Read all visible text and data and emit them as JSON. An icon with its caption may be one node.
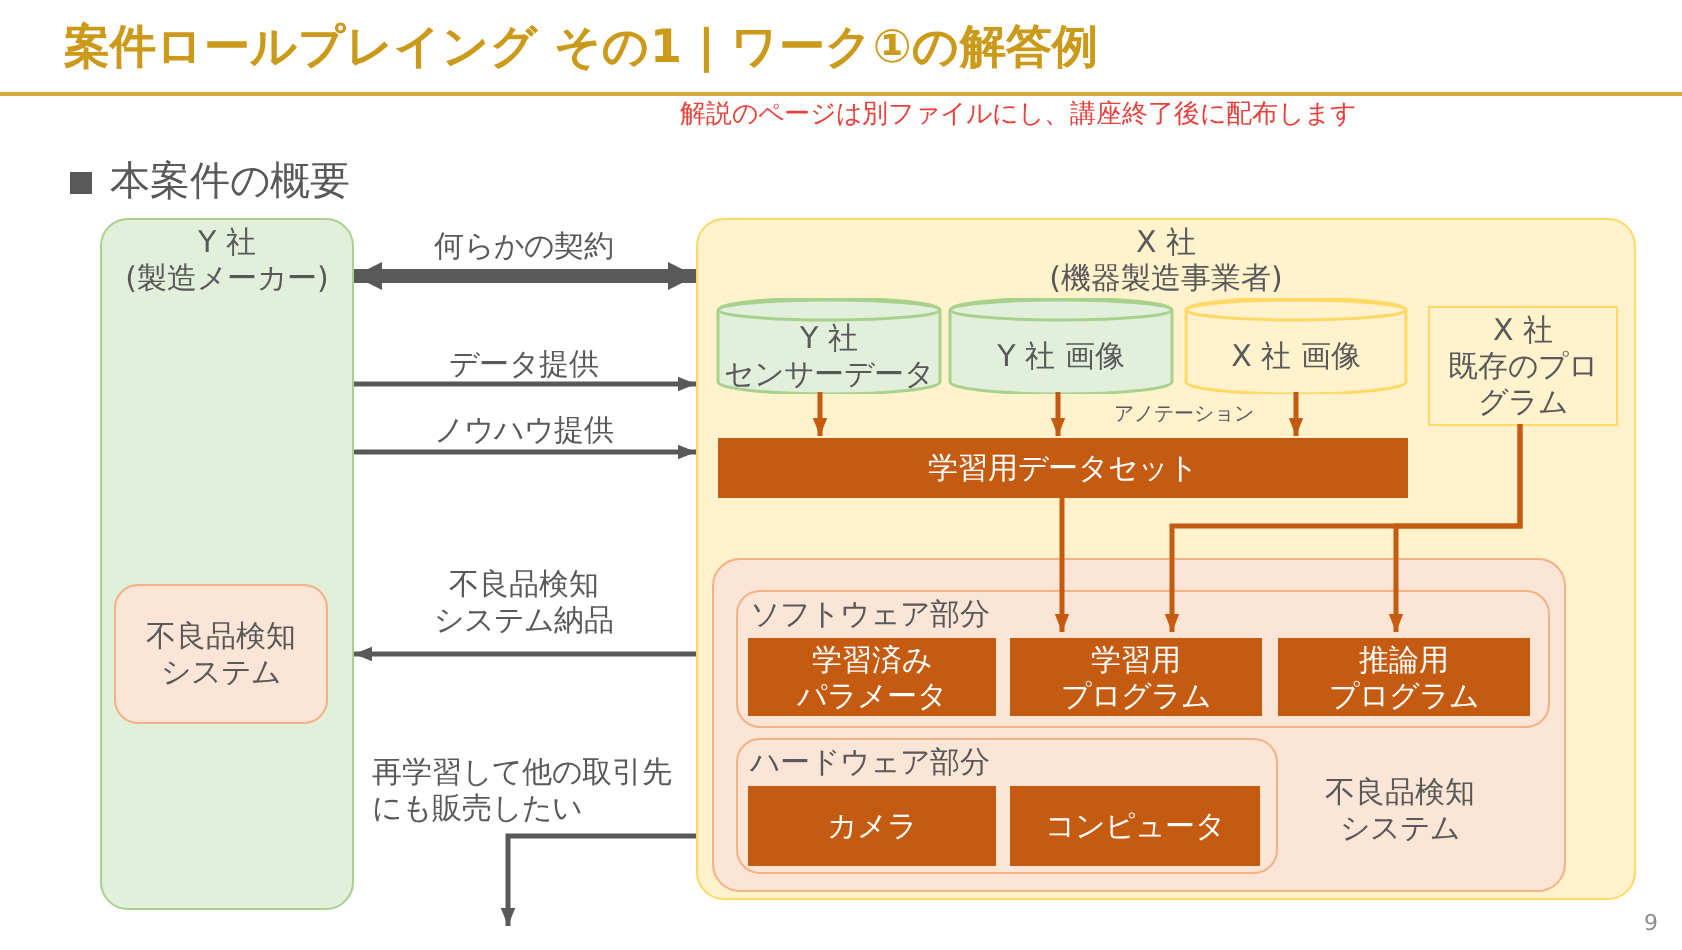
{
  "diagram": {
    "title": "案件ロールプレイング その1 | ワーク①の解答例",
    "nodes": [
      {
        "text": [
          "Y 社 (製造メーカー)"
        ]
      },
      {
        "text": [
          "不良品検知システム"
        ],
        "in": 0
      },
      {
        "text": [
          "X 社 (機器製造事業者)"
        ]
      },
      {
        "text": [
          "Y 社センサーデータ"
        ],
        "in": 2
      },
      {
        "text": [
          "Y 社 画像"
        ],
        "in": 2
      },
      {
        "text": [
          "X 社 画像"
        ],
        "in": 2
      },
      {
        "text": [
          "X 社既存のプログラム"
        ],
        "in": 2
      },
      {
        "text": [
          "学習用データセット"
        ],
        "in": 2
      },
      {
        "text": [
          "不良品検知システム"
        ],
        "in": 2
      },
      {
        "text": [
          "ソフトウェア部分"
        ],
        "in": 8
      },
      {
        "text": [
          "学習済みパラメータ"
        ],
        "in": 9
      },
      {
        "text": [
          "学習用プログラム"
        ],
        "in": 9
      },
      {
        "text": [
          "推論用プログラム"
        ],
        "in": 9
      },
      {
        "text": [
          "ハードウェア部分"
        ],
        "in": 8
      },
      {
        "text": [
          "カメラ"
        ],
        "in": 13
      },
      {
        "text": [
          "コンピュータ"
        ],
        "in": 13
      }
    ],
    "edges": [
      {
        "from": 0,
        "to": 2,
        "arrow": "both",
        "label": "何らかの契約",
        "style": "thick",
        "color": "#595959"
      },
      {
        "from": 0,
        "to": 2,
        "arrow": "to",
        "label": "データ提供",
        "color": "#595959"
      },
      {
        "from": 0,
        "to": 2,
        "arrow": "to",
        "label": "ノウハウ提供",
        "color": "#595959"
      },
      {
        "from": 2,
        "to": 0,
        "arrow": "to",
        "label": "不良品検知システム納品",
        "color": "#595959"
      },
      {
        "from": 2,
        "to": null,
        "arrow": "to",
        "label": "再学習して他の取引先にも販売したい",
        "color": "#595959"
      },
      {
        "from": 3,
        "to": 7,
        "arrow": "to"
      },
      {
        "from": 4,
        "to": 7,
        "arrow": "to"
      },
      {
        "from": 5,
        "to": 7,
        "arrow": "to",
        "label": "アノテーション"
      },
      {
        "from": 7,
        "to": 11,
        "arrow": "to"
      },
      {
        "from": 6,
        "to": 11,
        "arrow": "to"
      },
      {
        "from": 6,
        "to": 12,
        "arrow": "to"
      }
    ],
    "labels": [
      "解説のページは別ファイルにし、講座終了後に配布します",
      "本案件の概要",
      "9"
    ]
  }
}
